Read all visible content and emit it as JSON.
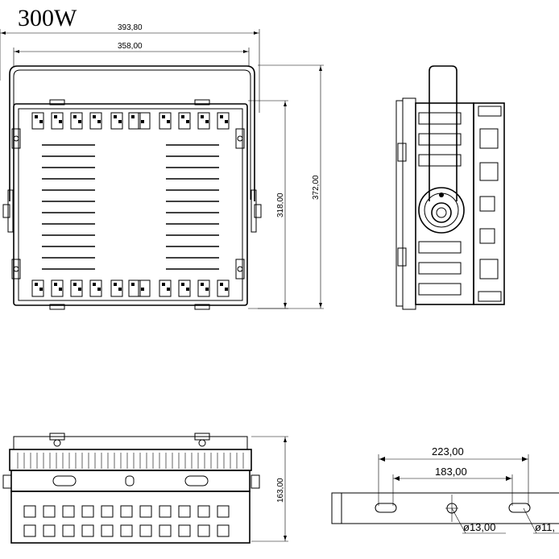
{
  "title": "300W",
  "front": {
    "width_outer": "393,80",
    "width_inner": "358,00",
    "height_inner": "318,00",
    "height_outer": "372,00"
  },
  "side": {},
  "bottom": {
    "height": "163,00"
  },
  "bracket": {
    "hole_spacing_outer": "223,00",
    "hole_spacing_inner": "183,00",
    "center_hole": "ø13,00",
    "slot": "ø11,"
  }
}
